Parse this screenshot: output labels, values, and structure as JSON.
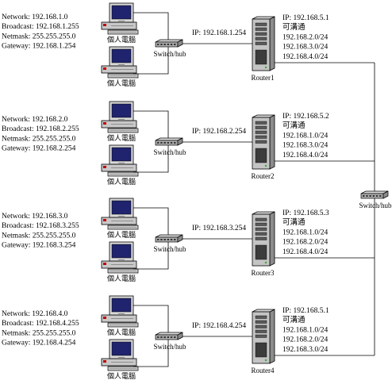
{
  "pc_label": "個人電腦",
  "switch_label": "Switch/hub",
  "center_switch_label": "Switch/hub",
  "subnets": [
    {
      "info": [
        "Network: 192.168.1.0",
        "Broadcast: 192.168.1.255",
        "Netmask: 255.255.255.0",
        "Gateway: 192.168.1.254"
      ],
      "gw_ip": "IP: 192.168.1.254",
      "router_name": "Router1",
      "router_info": [
        "IP: 192.168.5.1",
        "可溝通",
        "192.168.2.0/24",
        "192.168.3.0/24",
        "192.168.4.0/24"
      ]
    },
    {
      "info": [
        "Network: 192.168.2.0",
        "Broadcast: 192.168.2.255",
        "Netmask: 255.255.255.0",
        "Gateway: 192.168.2.254"
      ],
      "gw_ip": "IP: 192.168.2.254",
      "router_name": "Router2",
      "router_info": [
        "IP: 192.168.5.2",
        "可溝通",
        "192.168.1.0/24",
        "192.168.3.0/24",
        "192.168.4.0/24"
      ]
    },
    {
      "info": [
        "Network: 192.168.3.0",
        "Broadcast: 192.168.3.255",
        "Netmask: 255.255.255.0",
        "Gateway: 192.168.3.254"
      ],
      "gw_ip": "IP: 192.168.3.254",
      "router_name": "Router3",
      "router_info": [
        "IP: 192.168.5.3",
        "可溝通",
        "192.168.1.0/24",
        "192.168.2.0/24",
        "192.168.4.0/24"
      ]
    },
    {
      "info": [
        "Network: 192.168.4.0",
        "Broadcast: 192.168.4.255",
        "Netmask: 255.255.255.0",
        "Gateway: 192.168.4.254"
      ],
      "gw_ip": "IP: 192.168.4.254",
      "router_name": "Router4",
      "router_info": [
        "IP: 192.168.5.1",
        "可溝通",
        "192.168.1.0/24",
        "192.168.2.0/24",
        "192.168.3.0/24"
      ]
    }
  ]
}
